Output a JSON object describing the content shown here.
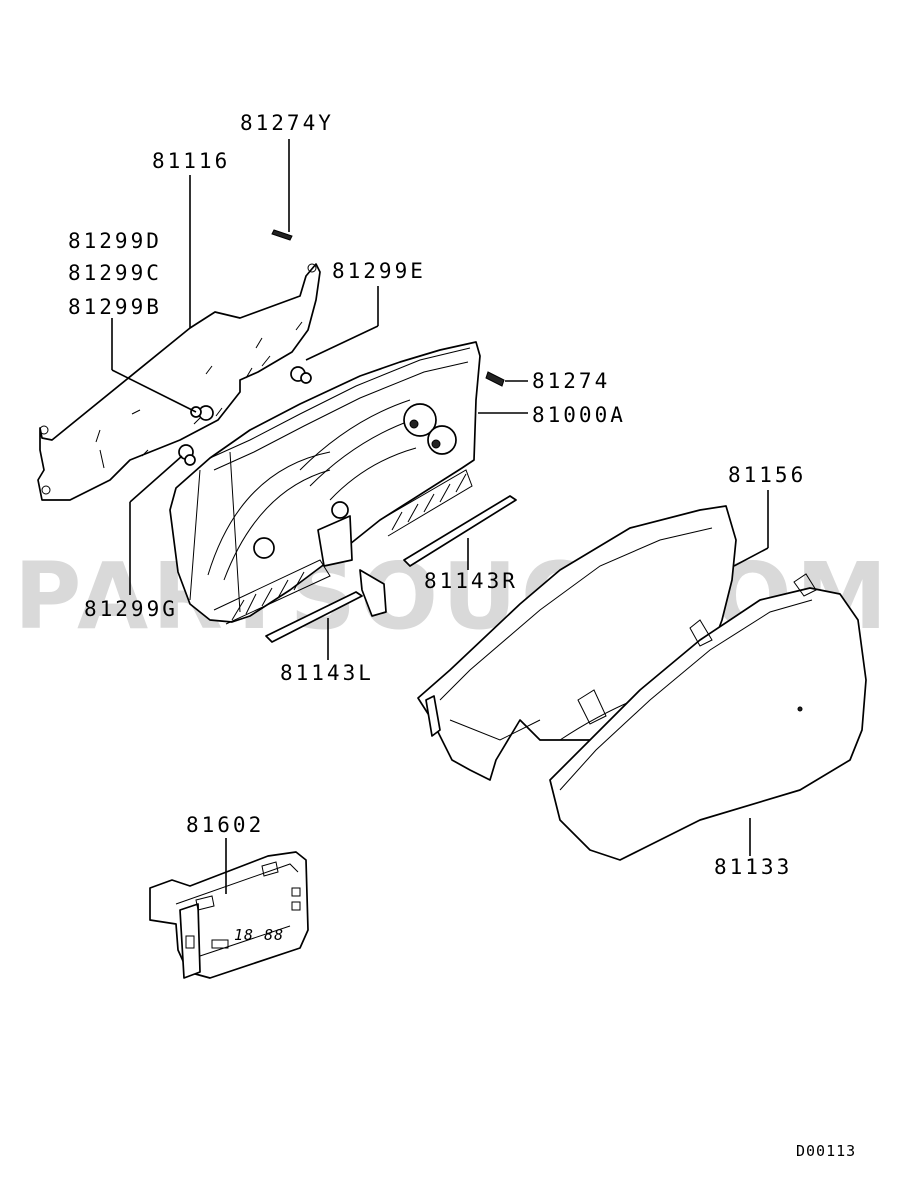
{
  "watermark": "PARTSOUQ.COM",
  "diagram_code": "D00113",
  "parts": {
    "p81274Y": "81274Y",
    "p81116": "81116",
    "p81299D": "81299D",
    "p81299C": "81299C",
    "p81299B": "81299B",
    "p81299E": "81299E",
    "p81274": "81274",
    "p81000A": "81000A",
    "p81156": "81156",
    "p81299G": "81299G",
    "p81143R": "81143R",
    "p81143L": "81143L",
    "p81602": "81602",
    "p81133": "81133"
  },
  "display": {
    "digits": "18 88"
  }
}
